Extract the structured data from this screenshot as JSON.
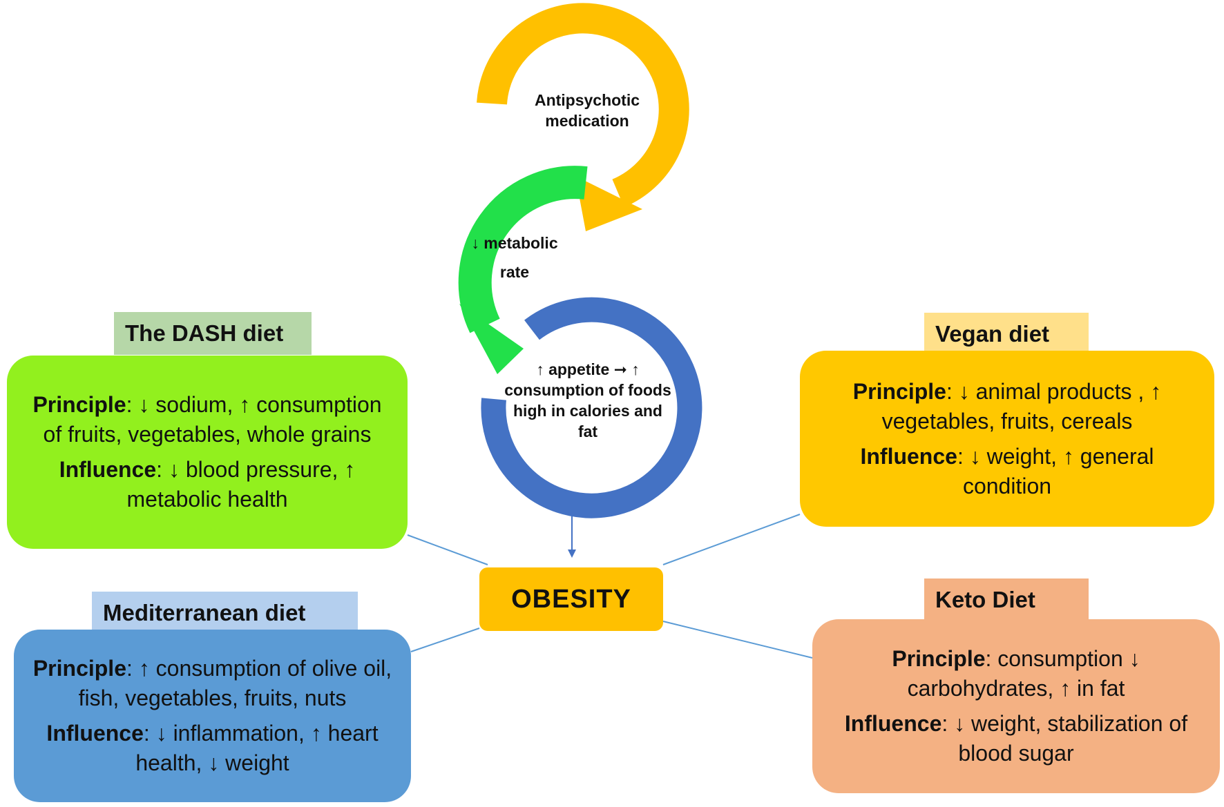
{
  "cycle": {
    "step1": [
      "Antipsychotic",
      "medication"
    ],
    "step2": [
      "↓ metabolic",
      "rate"
    ],
    "step3": [
      "↑ appetite ➞ ↑",
      "consumption of foods",
      "high in calories and",
      "fat"
    ],
    "colors": {
      "yellow": "#ffc000",
      "green": "#22e04a",
      "blue": "#4472c4"
    }
  },
  "center": {
    "label": "OBESITY",
    "color": "#ffc000"
  },
  "diets": {
    "dash": {
      "title": "The DASH diet",
      "principle_label": "Principle",
      "principle_text": ": ↓ sodium, ↑ consumption of fruits, vegetables, whole grains",
      "influence_label": "Influence",
      "influence_text": ": ↓ blood pressure, ↑ metabolic health",
      "tab_color": "#b6d7a8",
      "box_color": "#92f01e"
    },
    "mediterranean": {
      "title": "Mediterranean diet",
      "principle_label": "Principle",
      "principle_text": ": ↑ consumption of olive oil, fish, vegetables, fruits, nuts",
      "influence_label": "Influence",
      "influence_text": ": ↓ inflammation, ↑ heart health, ↓ weight",
      "tab_color": "#b4cfee",
      "box_color": "#5b9bd5"
    },
    "vegan": {
      "title": "Vegan diet",
      "principle_label": "Principle",
      "principle_text": ": ↓ animal products , ↑ vegetables, fruits, cereals",
      "influence_label": "Influence",
      "influence_text": ": ↓ weight, ↑ general condition",
      "tab_color": "#ffe08a",
      "box_color": "#ffc800"
    },
    "keto": {
      "title": "Keto Diet",
      "principle_label": "Principle",
      "principle_text": ": consumption ↓ carbohydrates, ↑ in fat",
      "influence_label": "Influence",
      "influence_text": ": ↓ weight, stabilization of blood sugar",
      "tab_color": "#f4b183",
      "box_color": "#f4b183"
    }
  }
}
